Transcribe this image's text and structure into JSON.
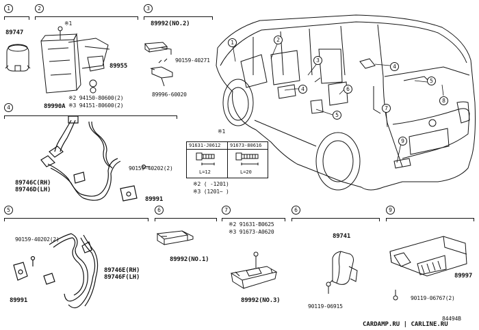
{
  "sections": [
    {
      "id": "1",
      "badge": "1"
    },
    {
      "id": "2",
      "badge": "2"
    },
    {
      "id": "3",
      "badge": "3"
    },
    {
      "id": "4",
      "badge": "4"
    },
    {
      "id": "5",
      "badge": "5"
    },
    {
      "id": "6a",
      "badge": "6"
    },
    {
      "id": "7",
      "badge": "7"
    },
    {
      "id": "6b",
      "badge": "6"
    },
    {
      "id": "9",
      "badge": "9"
    }
  ],
  "parts": {
    "p89747": "89747",
    "p1_note": "※1",
    "p89955": "89955",
    "p2_note": "※2 94150-80600(2)",
    "p3_note": "※3 94151-80600(2)",
    "p89990A": "89990A",
    "p89992_no2": "89992(NO.2)",
    "p90159_40271": "90159-40271",
    "p89996": "89996-60020",
    "p90159_40202_2": "90159-40202(2)",
    "p89746C": "89746C(RH)",
    "p89746D": "89746D(LH)",
    "p89991": "89991",
    "p5_90159": "90159-40202(2)",
    "p89746E": "89746E(RH)",
    "p89746F": "89746F(LH)",
    "p5_89991": "89991",
    "p89992_no1": "89992(NO.1)",
    "p7_n2": "※2 91631-B0625",
    "p7_n3": "※3 91673-A0620",
    "p89992_no3": "89992(NO.3)",
    "p89741": "89741",
    "p90119_06915": "90119-06915",
    "p89997": "89997",
    "p90119_06767": "90119-06767(2)"
  },
  "note_table": {
    "title": "※1",
    "col1": "91631-J0612",
    "col2": "91673-80616",
    "len1": "L=12",
    "len2": "L=20"
  },
  "legend": {
    "r2": "※2 (     -1201)",
    "r3": "※3 (1201~     )"
  },
  "car_callouts": [
    "1",
    "2",
    "3",
    "4",
    "4",
    "5",
    "5",
    "6",
    "7",
    "8",
    "9"
  ],
  "code": "84494B",
  "watermark": "CARDAMP.RU | CARLINE.RU"
}
